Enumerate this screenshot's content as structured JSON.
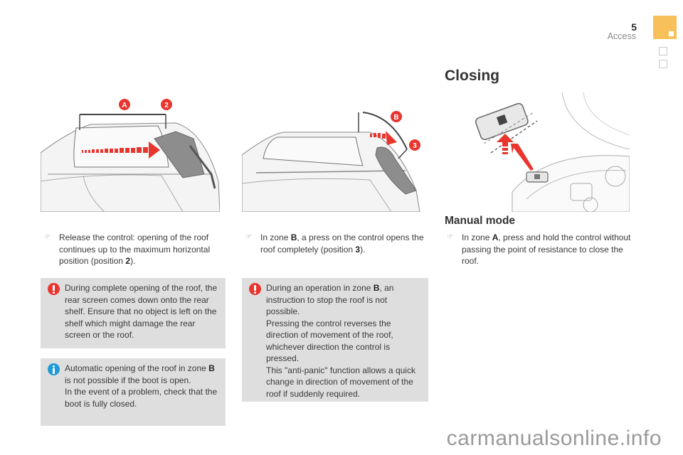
{
  "header": {
    "page_number": "5",
    "section": "Access",
    "tab_color": "#f8c05a"
  },
  "figures": {
    "fig1": {
      "labels": [
        "A",
        "2"
      ],
      "description": "Roof opening to horizontal position 2 within zone A"
    },
    "fig2": {
      "labels": [
        "B",
        "3"
      ],
      "description": "Roof opening completely to position 3 within zone B"
    },
    "fig3": {
      "description": "Roof control on console pressed upward to close"
    }
  },
  "col1": {
    "bullet": {
      "pre": "Release the control: opening of the roof continues up to the maximum horizontal position (position ",
      "bold": "2",
      "post": ")."
    },
    "warning": {
      "icon": "warning-icon",
      "text": "During complete opening of the roof, the rear screen comes down onto the rear shelf. Ensure that no object is left on the shelf which might damage the rear screen or the roof."
    },
    "info": {
      "icon": "info-icon",
      "line1_pre": "Automatic opening of the roof in zone ",
      "line1_bold": "B",
      "line1_post": " is not possible if the boot is open.",
      "line2": "In the event of a problem, check that the boot is fully closed."
    }
  },
  "col2": {
    "bullet": {
      "pre": "In zone ",
      "bold1": "B",
      "mid": ", a press on the control opens the roof completely (position ",
      "bold2": "3",
      "post": ")."
    },
    "warning": {
      "icon": "warning-icon",
      "p1_pre": "During an operation in zone ",
      "p1_bold": "B",
      "p1_post": ", an instruction to stop the roof is not possible.",
      "p2": "Pressing the control reverses the direction of movement of the roof, whichever direction the control is pressed.",
      "p3": "This \"anti-panic\" function allows a quick change in direction of movement of the roof if suddenly required."
    }
  },
  "col3": {
    "title": "Closing",
    "subtitle": "Manual mode",
    "bullet": {
      "pre": "In zone ",
      "bold": "A",
      "post": ", press and hold the control without passing the point of resistance to close the roof."
    }
  },
  "colors": {
    "warning": "#e8362f",
    "info": "#1e9ad6",
    "box_bg": "#dedede",
    "arrow_red": "#e8362f"
  },
  "watermark": "carmanualsonline.info"
}
